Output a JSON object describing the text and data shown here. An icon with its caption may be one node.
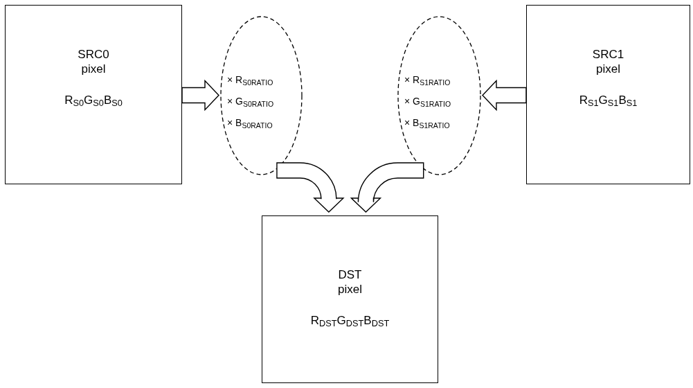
{
  "diagram": {
    "nodes": [
      {
        "text": [
          "SRC0 pixel",
          "R$_{S0}$G$_{S0}$B$_{S0}$"
        ]
      },
      {
        "text": [
          "× R$_{S0RATIO}$",
          "× G$_{S0RATIO}$",
          "× B$_{S0RATIO}$"
        ]
      },
      {
        "text": [
          "× R$_{S1RATIO}$",
          "× G$_{S1RATIO}$",
          "× B$_{S1RATIO}$"
        ]
      },
      {
        "text": [
          "SRC1 pixel",
          "R$_{S1}$G$_{S1}$B$_{S1}$"
        ]
      },
      {
        "text": [
          "DST pixel",
          "R$_{DST}$G$_{DST}$B$_{DST}$"
        ]
      }
    ],
    "edges": [
      {
        "from": 0,
        "to": 1,
        "arrow": "to"
      },
      {
        "from": 3,
        "to": 2,
        "arrow": "to"
      },
      {
        "from": 1,
        "to": 4,
        "arrow": "to"
      },
      {
        "from": 2,
        "to": 4,
        "arrow": "to"
      }
    ]
  }
}
